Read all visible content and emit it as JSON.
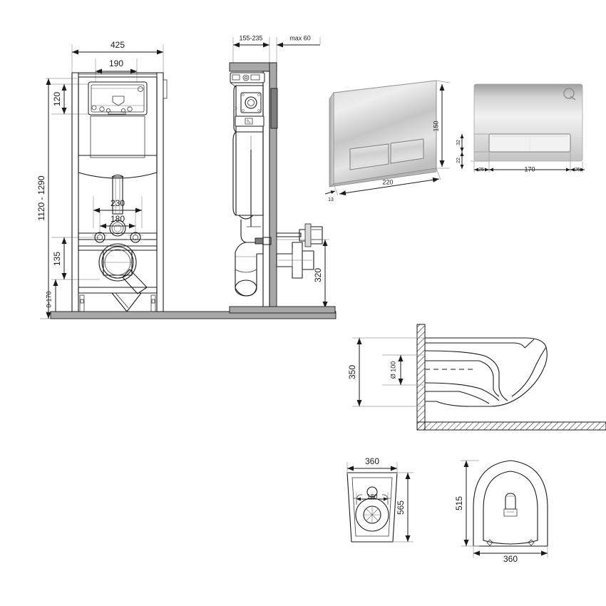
{
  "sheet": {
    "background": "#ffffff",
    "line_color": "#1a1a1a",
    "dim_color": "#9a9a9a",
    "metal_color": "#c9c9c9"
  },
  "views": {
    "front_elevation": {
      "name": "Installation frame front elevation",
      "dimensions": {
        "overall_width": "425",
        "cistern_width": "190",
        "overall_height": "1120 - 1290",
        "cistern_opening_height": "120",
        "bolt_spacing_lower": "135",
        "foot_adjust": "0-170",
        "bolt_spacing_230": "230",
        "bolt_spacing_180": "180"
      }
    },
    "side_elevation": {
      "name": "Installation frame side elevation",
      "dimensions": {
        "depth_range": "155-235",
        "wall_offset": "max 60",
        "outlet_height": "320"
      }
    },
    "flush_plate_perspective": {
      "name": "Flush plate perspective",
      "dimensions": {
        "width": "220",
        "height": "150",
        "thickness": "13"
      }
    },
    "flush_plate_front": {
      "name": "Flush plate front view",
      "dimensions": {
        "button_width": "170",
        "margin_left": "25",
        "margin_right": "25",
        "button_height": "32",
        "lower_margin": "22"
      }
    },
    "bowl_section": {
      "name": "WC bowl section",
      "dimensions": {
        "seat_height": "350",
        "outlet_diameter": "Ø 100"
      }
    },
    "bowl_plan": {
      "name": "WC bowl plan view",
      "dimensions": {
        "width": "360",
        "depth": "565",
        "bolt_spacing": "180"
      }
    },
    "seat_plan": {
      "name": "WC seat plan view",
      "dimensions": {
        "length": "515",
        "width": "360"
      }
    }
  }
}
